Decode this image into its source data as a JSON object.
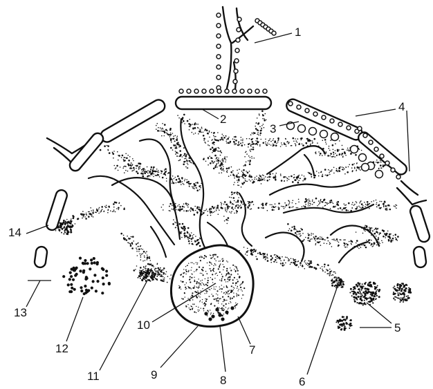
{
  "labels": [
    "1",
    "2",
    "3",
    "4",
    "5",
    "6",
    "7",
    "8",
    "9",
    "10",
    "11",
    "12",
    "13",
    "14"
  ],
  "colors": {
    "ink": "#111111",
    "background": "#ffffff"
  }
}
